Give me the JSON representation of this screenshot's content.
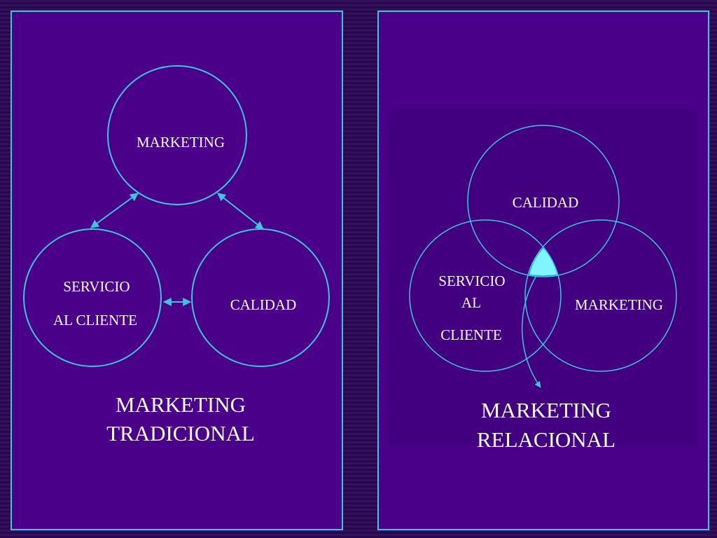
{
  "colors": {
    "background": "#2d0b52",
    "panel_fill": "#4b0089",
    "inner_box_fill": "#420080",
    "outline": "#3fc4de",
    "highlight_fill": "#80f4ff",
    "text": "#ffffff"
  },
  "left": {
    "circle_top_label": "MARKETING",
    "circle_left_label_line1": "SERVICIO",
    "circle_left_label_line2": "AL CLIENTE",
    "circle_right_label": "CALIDAD",
    "caption_line1": "MARKETING",
    "caption_line2": "TRADICIONAL"
  },
  "right": {
    "circle_top_label": "CALIDAD",
    "circle_left_label_line1": "SERVICIO",
    "circle_left_label_line2": "AL",
    "circle_left_label_line3": "CLIENTE",
    "circle_right_label": "MARKETING",
    "caption_line1": "MARKETING",
    "caption_line2": "RELACIONAL"
  }
}
